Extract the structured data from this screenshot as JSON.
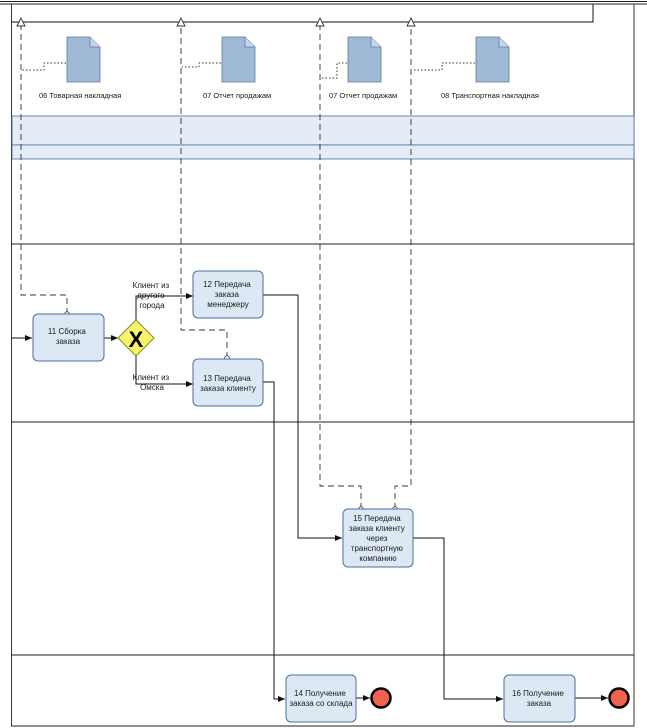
{
  "documents": [
    {
      "id": "doc-06",
      "label": "06 Товарная накладная"
    },
    {
      "id": "doc-07a",
      "label": "07 Отчет продажам"
    },
    {
      "id": "doc-07b",
      "label": "07 Отчет продажам"
    },
    {
      "id": "doc-08",
      "label": "08 Транспортная накладная"
    }
  ],
  "tasks": {
    "t11": [
      "11 Сборка",
      "заказа"
    ],
    "t12": [
      "12 Передача",
      "заказа",
      "менеджеру"
    ],
    "t13": [
      "13 Передача",
      "заказа клиенту"
    ],
    "t15": [
      "15 Передача",
      "заказа клиенту",
      "через",
      "транспортную",
      "компанию"
    ],
    "t14": [
      "14 Получение",
      "заказа со склада"
    ],
    "t16": [
      "16 Получение",
      "заказа"
    ]
  },
  "gateway": {
    "symbol": "X",
    "branch_top": [
      "Клиент из",
      "другого",
      "города"
    ],
    "branch_bottom": [
      "Клиент из",
      "Омска"
    ]
  },
  "colors": {
    "task_fill": "#dde8f5",
    "task_stroke": "#4f6e98",
    "document_fill": "#9fb9d6",
    "gateway_fill": "#f7f56a",
    "end_event_fill": "#f0624d",
    "lane_band_fill": "#e3ecf7"
  }
}
